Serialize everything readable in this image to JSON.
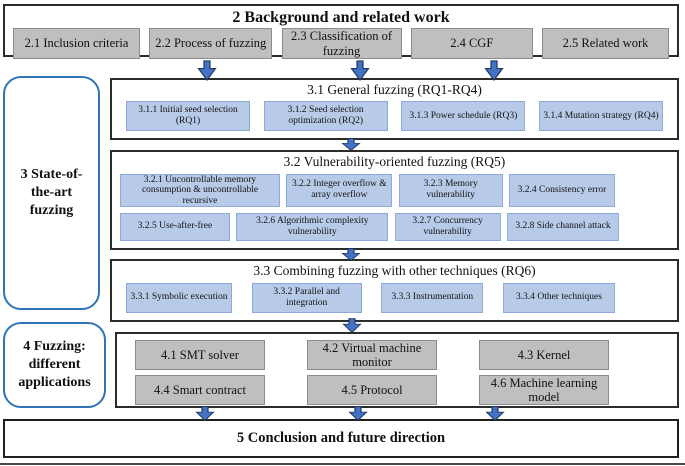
{
  "background": {
    "title": "2 Background and related work",
    "boxes": [
      "2.1 Inclusion criteria",
      "2.2 Process of fuzzing",
      "2.3 Classification of fuzzing",
      "2.4 CGF",
      "2.5 Related work"
    ]
  },
  "soa": {
    "label": "3 State-of-the-art fuzzing",
    "general": {
      "title": "3.1 General fuzzing (RQ1-RQ4)",
      "boxes": [
        "3.1.1 Initial seed selection (RQ1)",
        "3.1.2 Seed selection optimization (RQ2)",
        "3.1.3 Power schedule (RQ3)",
        "3.1.4 Mutation strategy (RQ4)"
      ]
    },
    "vuln": {
      "title": "3.2 Vulnerability-oriented fuzzing (RQ5)",
      "row1": [
        "3.2.1 Uncontrollable memory consumption & uncontrollable recursive",
        "3.2.2 Integer overflow & array overflow",
        "3.2.3 Memory vulnerability",
        "3.2.4 Consistency error"
      ],
      "row2": [
        "3.2.5 Use-after-free",
        "3.2.6 Algorithmic complexity vulnerability",
        "3.2.7 Concurrency vulnerability",
        "3.2.8 Side channel attack"
      ]
    },
    "comb": {
      "title": "3.3 Combining fuzzing with other techniques (RQ6)",
      "boxes": [
        "3.3.1 Symbolic execution",
        "3.3.2 Parallel and integration",
        "3.3.3 Instrumentation",
        "3.3.4 Other techniques"
      ]
    }
  },
  "apps": {
    "label": "4 Fuzzing: different applications",
    "row1": [
      "4.1 SMT solver",
      "4.2 Virtual machine monitor",
      "4.3 Kernel"
    ],
    "row2": [
      "4.4 Smart contract",
      "4.5 Protocol",
      "4.6 Machine learning model"
    ]
  },
  "conclusion": {
    "title": "5 Conclusion and future direction"
  },
  "colors": {
    "gray_box": "#bfbfbf",
    "gray_box_border": "#8c8c8c",
    "blue_box": "#b7cbe8",
    "blue_box_border": "#8eaadc",
    "arrow_fill": "#4472c4",
    "arrow_border": "#203864",
    "section_border": "#2b2b2b",
    "side_label_border": "#2e74b5"
  }
}
